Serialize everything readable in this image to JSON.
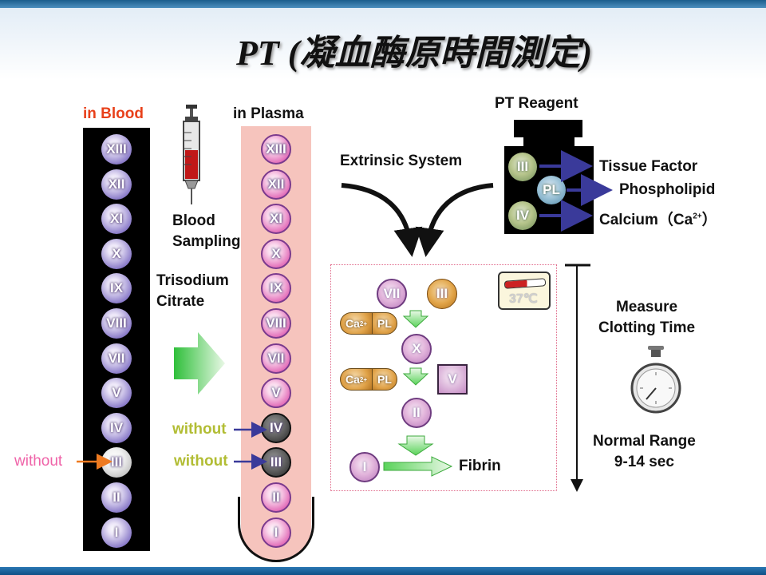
{
  "title": "PT (凝血酶原時間測定)",
  "labels": {
    "in_blood": "in Blood",
    "in_plasma": "in Plasma",
    "blood_sampling": "Blood\nSampling",
    "trisodium_citrate": "Trisodium\nCitrate",
    "pt_reagent": "PT Reagent",
    "extrinsic_system": "Extrinsic System",
    "measure": "Measure\nClotting Time",
    "normal_range": "Normal Range\n9-14 sec",
    "fibrin": "Fibrin",
    "without": "without"
  },
  "blood_factors": [
    "XIII",
    "XII",
    "XI",
    "X",
    "IX",
    "VIII",
    "VII",
    "V",
    "IV",
    "III",
    "II",
    "I"
  ],
  "plasma_factors": [
    "XIII",
    "XII",
    "XI",
    "X",
    "IX",
    "VIII",
    "VII",
    "V",
    "IV",
    "III",
    "II",
    "I"
  ],
  "reagent": {
    "factors": [
      "III",
      "PL",
      "IV"
    ],
    "names": [
      "Tissue Factor",
      "Phospholipid",
      "Calcium（Ca"
    ],
    "calcium_charge": "2+",
    "calcium_close": "）"
  },
  "cascade": {
    "f_vii": "VII",
    "f_iii": "III",
    "f_x": "X",
    "f_v": "V",
    "f_ii": "II",
    "f_i": "I",
    "ca": "Ca",
    "ca_charge": "2+",
    "pl": "PL",
    "temperature": "37℃"
  },
  "colors": {
    "blood_label": "#e8401a",
    "without_blood": "#ef63a8",
    "without_plasma": "#b2bd34",
    "arrow_blue": "#3a3a9a",
    "green_arrow": "#5ad35a"
  }
}
